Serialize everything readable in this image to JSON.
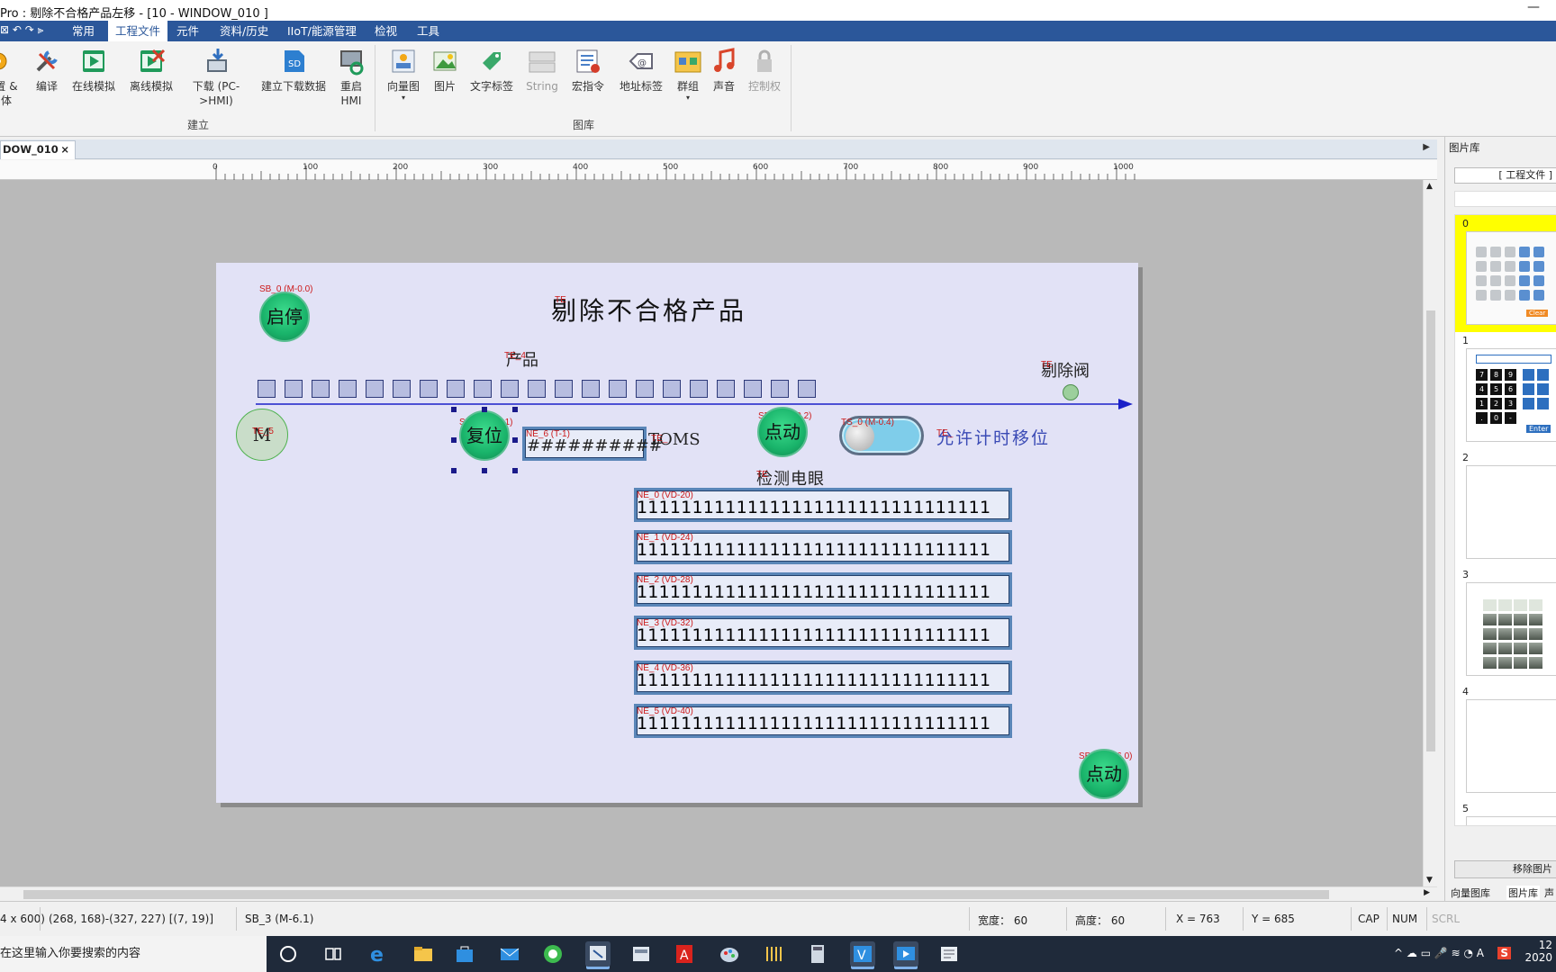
{
  "window": {
    "title": "Pro : 剔除不合格产品左移 - [10 - WINDOW_010 ]",
    "minimize_glyph": "—"
  },
  "menubar": {
    "quick_access": "⊠  ↶  ↷  ⫸",
    "tabs": [
      "常用",
      "工程文件",
      "元件",
      "资料/历史",
      "IIoT/能源管理",
      "检视",
      "工具"
    ],
    "active_tab": "工程文件"
  },
  "ribbon": {
    "buttons": [
      {
        "label": "置 &\n体",
        "icon": "partial-icon"
      },
      {
        "label": "编译",
        "icon": "compile-icon"
      },
      {
        "label": "在线模拟",
        "icon": "online-sim-icon"
      },
      {
        "label": "离线模拟",
        "icon": "offline-sim-icon"
      },
      {
        "label": "下载 (PC-\n>HMI)",
        "icon": "download-icon"
      },
      {
        "label": "建立下载数据",
        "icon": "sd-card-icon"
      },
      {
        "label": "重启\nHMI",
        "icon": "restart-hmi-icon"
      },
      {
        "label": "向量图",
        "icon": "vector-image-icon"
      },
      {
        "label": "图片",
        "icon": "picture-icon"
      },
      {
        "label": "文字标签",
        "icon": "text-tag-icon"
      },
      {
        "label": "String",
        "icon": "string-icon"
      },
      {
        "label": "宏指令",
        "icon": "macro-icon"
      },
      {
        "label": "地址标签",
        "icon": "address-tag-icon"
      },
      {
        "label": "群组",
        "icon": "group-icon"
      },
      {
        "label": "声音",
        "icon": "sound-icon"
      },
      {
        "label": "控制权",
        "icon": "lock-icon"
      }
    ],
    "groups": [
      "建立",
      "图库"
    ]
  },
  "document_tab": {
    "label": "DOW_010",
    "close": "×"
  },
  "ruler": {
    "labels": [
      "0",
      "100",
      "200",
      "300",
      "400",
      "500",
      "600",
      "700",
      "800",
      "900",
      "1000"
    ]
  },
  "canvas": {
    "title": "剔除不合格产品",
    "title_tag": "TE",
    "product_label": "产品",
    "product_tag": "TE_4",
    "reject_valve_label": "剔除阀",
    "reject_valve_tag": "TE",
    "detect_eye_label": "检测电眼",
    "detect_eye_tag": "TE",
    "allow_timer_label": "允许计时移位",
    "allow_timer_tag": "TE_",
    "motor_label": "M",
    "motor_tag": "TE_5",
    "toms_label": "TOMS",
    "toms_tag": "TE_",
    "slot_count": 21,
    "buttons": [
      {
        "id": "start-stop",
        "label": "启停",
        "tag": "SB_0 (M-0.0)"
      },
      {
        "id": "reset",
        "label": "复位",
        "tag": "SB_3 (M-6.1)"
      },
      {
        "id": "jog-1",
        "label": "点动",
        "tag": "SB_1 (M-0.2)"
      },
      {
        "id": "jog-2",
        "label": "点动",
        "tag": "SB_2 (M-6.0)"
      }
    ],
    "toggle": {
      "tag": "TS_0 (M-0.4)",
      "state": "on"
    },
    "timer_field": {
      "tag": "NE_6 (T-1)",
      "value": "##########"
    },
    "numeric_fields": [
      {
        "tag": "NE_0 (VD-20)",
        "value": "11111111111111111111111111111111"
      },
      {
        "tag": "NE_1 (VD-24)",
        "value": "11111111111111111111111111111111"
      },
      {
        "tag": "NE_2 (VD-28)",
        "value": "11111111111111111111111111111111"
      },
      {
        "tag": "NE_3 (VD-32)",
        "value": "11111111111111111111111111111111"
      },
      {
        "tag": "NE_4 (VD-36)",
        "value": "11111111111111111111111111111111"
      },
      {
        "tag": "NE_5 (VD-40)",
        "value": "11111111111111111111111111111111"
      }
    ]
  },
  "right_panel": {
    "header": "图片库",
    "category": "[ 工程文件 ]",
    "thumbnail_numbers": [
      "0",
      "1",
      "2",
      "3",
      "4",
      "5"
    ],
    "thumb1_keys": [
      "7",
      "8",
      "9",
      "4",
      "5",
      "6",
      "1",
      "2",
      "3",
      ".",
      "0",
      "-"
    ],
    "thumb1_enter": "Enter",
    "thumb0_clear": "Clear",
    "remove_button": "移除图片",
    "bottom_tabs": [
      "向量图库",
      "图片库",
      "声音"
    ]
  },
  "statusbar": {
    "size": "4 x 600)",
    "coords": "(268, 168)-(327, 227) [(7, 19)]",
    "selected": "SB_3 (M-6.1)",
    "width_label": "宽度： 60",
    "height_label": "高度： 60",
    "x_label": "X = 763",
    "y_label": "Y = 685",
    "cap": "CAP",
    "num": "NUM",
    "scrl": "SCRL"
  },
  "taskbar": {
    "search_placeholder": "在这里输入你要搜索的内容",
    "clock_time": "12",
    "clock_date": "2020",
    "tray_text": "^ ☁ ▭ 🎤 ≋ ◔ A"
  },
  "colors": {
    "accent": "#2b579a",
    "canvas_bg": "#e2e2f6",
    "tag_red": "#cc1a1a",
    "button_green": "#19b36a",
    "conveyor_blue": "#1a20c8",
    "thumb_selected": "#ffff00"
  }
}
